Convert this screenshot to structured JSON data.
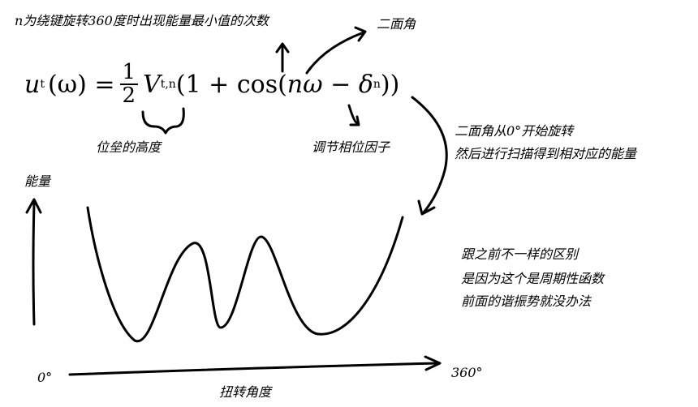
{
  "top_note": "n为绕键旋转360度时出现能量最小值的次数",
  "dihedral_label": "二面角",
  "formula": {
    "lhs": "u",
    "lhs_sub": "t",
    "lhs_arg": "(ω) =",
    "frac_num": "1",
    "frac_den": "2",
    "V": "V",
    "V_sub": "t,n",
    "rhs_start": "(1 + cos(",
    "n": "n",
    "omega": "ω",
    "minus": " − ",
    "delta": "δ",
    "delta_sub": "n",
    "rhs_end": "))"
  },
  "barrier_label": "位垒的高度",
  "phase_label": "调节相位因子",
  "scan_note": [
    "二面角从0°开始旋转",
    "然后进行扫描得到相对应的能量"
  ],
  "y_axis_label": "能量",
  "x_axis_label": "扭转角度",
  "x_start": "0°",
  "x_end": "360°",
  "diff_note": [
    "跟之前不一样的区别",
    "是因为这个是周期性函数",
    "前面的谐振势就没办法"
  ]
}
